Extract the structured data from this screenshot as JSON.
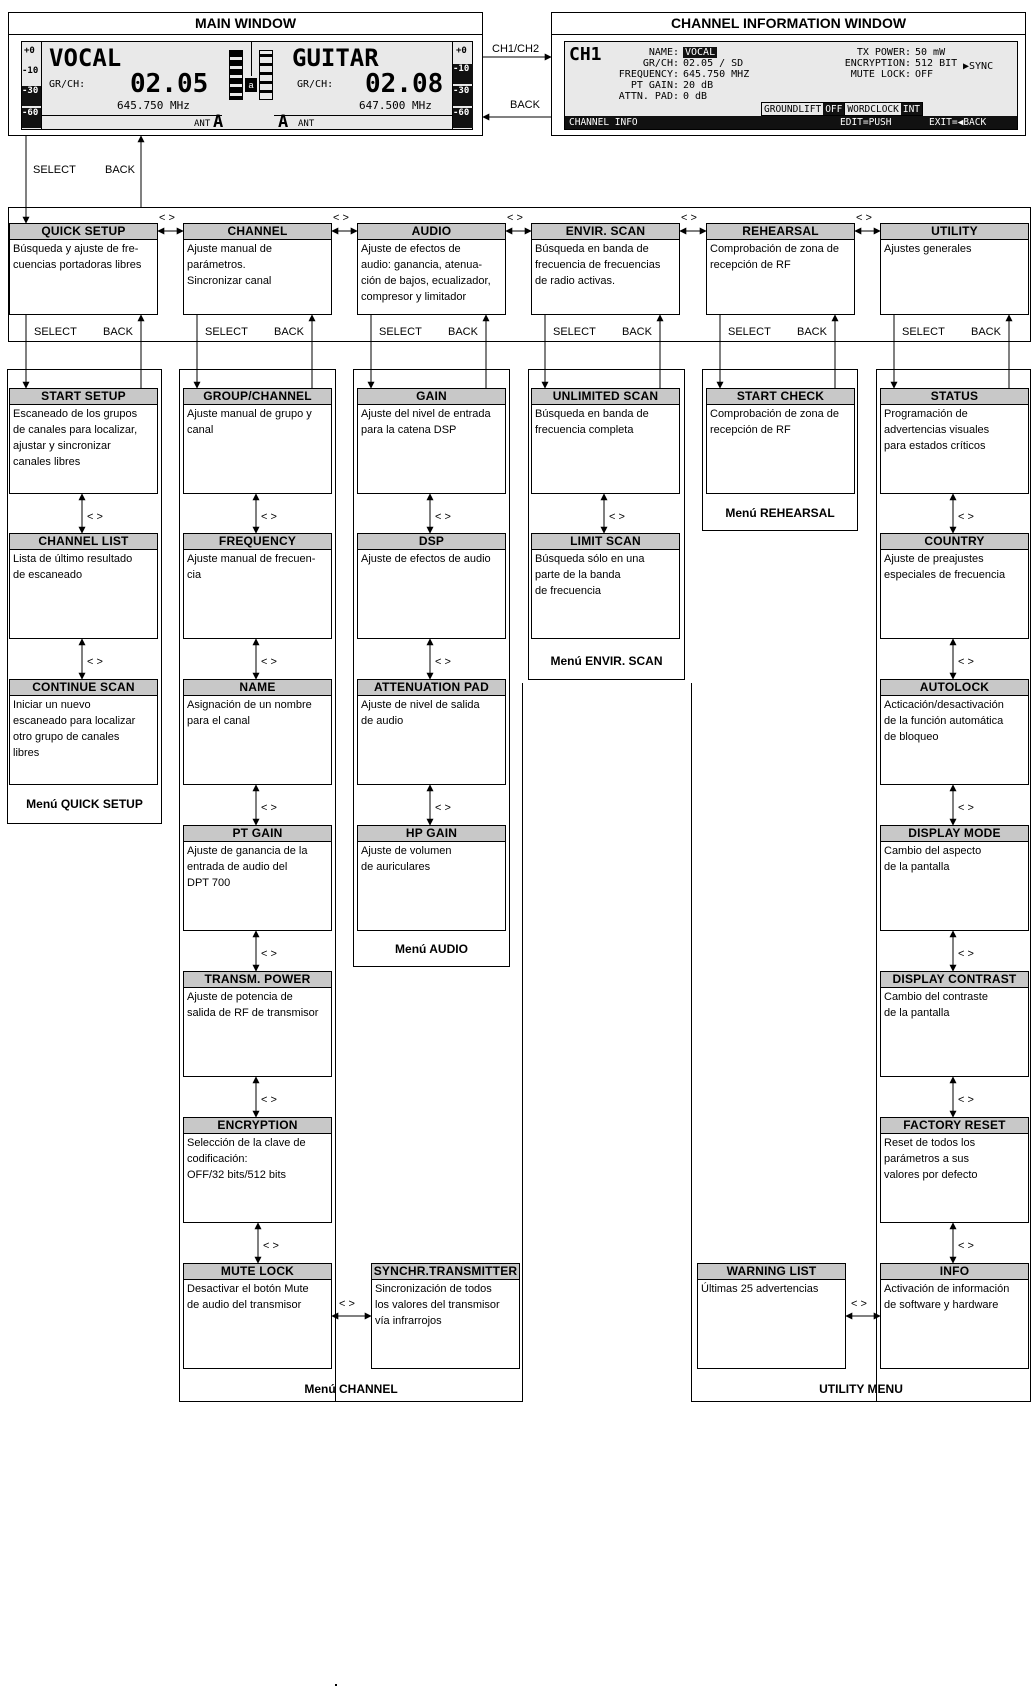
{
  "main_window": {
    "title": "MAIN WINDOW",
    "scale_labels": [
      "+0",
      "-10",
      "-30",
      "-60"
    ],
    "left": {
      "name": "VOCAL",
      "grch_label": "GR/CH:",
      "grch": "02.05",
      "freq": "645.750 MHz",
      "ant_label": "ANT",
      "ant": "A"
    },
    "right": {
      "name": "GUITAR",
      "grch_label": "GR/CH:",
      "grch": "02.08",
      "freq": "647.500 MHz",
      "ant_label": "ANT",
      "ant": "A"
    }
  },
  "channel_info_window": {
    "title": "CHANNEL INFORMATION WINDOW",
    "channel": "CH1",
    "left_fields": [
      {
        "label": "NAME:",
        "value": "VOCAL"
      },
      {
        "label": "GR/CH:",
        "value": "02.05 / SD"
      },
      {
        "label": "FREQUENCY:",
        "value": "645.750 MHZ"
      },
      {
        "label": "PT GAIN:",
        "value": "20 dB"
      },
      {
        "label": "ATTN. PAD:",
        "value": "0 dB"
      }
    ],
    "right_fields": [
      {
        "label": "TX POWER:",
        "value": "50 mW"
      },
      {
        "label": "ENCRYPTION:",
        "value": "512 BIT"
      },
      {
        "label": "MUTE LOCK:",
        "value": "OFF"
      }
    ],
    "sync": "▶SYNC",
    "groundlift_label": "GROUNDLIFT",
    "groundlift_value": "OFF",
    "wordclock_label": "WORDCLOCK",
    "wordclock_value": "INT",
    "footer_left": "CHANNEL INFO",
    "footer_edit": "EDIT=PUSH",
    "footer_exit": "EXIT=◀BACK"
  },
  "nav_labels": {
    "ch1_ch2": "CH1/CH2",
    "back": "BACK",
    "select": "SELECT",
    "lr": "< >"
  },
  "top_menus": [
    {
      "title": "QUICK SETUP",
      "desc": [
        "Búsqueda y ajuste de fre-",
        "cuencias portadoras libres"
      ]
    },
    {
      "title": "CHANNEL",
      "desc": [
        "Ajuste manual de",
        "parámetros.",
        "Sincronizar canal"
      ]
    },
    {
      "title": "AUDIO",
      "desc": [
        "Ajuste de efectos de",
        "audio:  ganancia, atenua-",
        "ción de bajos, ecualizador,",
        "compresor y limitador"
      ]
    },
    {
      "title": "ENVIR. SCAN",
      "desc": [
        "Búsqueda en banda de",
        "frecuencia de frecuencias",
        "de radio activas."
      ]
    },
    {
      "title": "REHEARSAL",
      "desc": [
        "Comprobación de zona de",
        "recepción de RF"
      ]
    },
    {
      "title": "UTILITY",
      "desc": [
        "Ajustes generales"
      ]
    }
  ],
  "quick_setup_menu": {
    "footer": "Menú QUICK SETUP",
    "items": [
      {
        "title": "START SETUP",
        "desc": [
          "Escaneado de los grupos",
          "de canales para localizar,",
          "ajustar y sincronizar",
          "canales libres"
        ]
      },
      {
        "title": "CHANNEL LIST",
        "desc": [
          "Lista de último resultado",
          "de escaneado"
        ]
      },
      {
        "title": "CONTINUE SCAN",
        "desc": [
          "Iniciar un nuevo",
          "escaneado para localizar",
          "otro grupo de canales",
          "libres"
        ]
      }
    ]
  },
  "channel_menu": {
    "footer": "Menú CHANNEL",
    "items": [
      {
        "title": "GROUP/CHANNEL",
        "desc": [
          "Ajuste manual de grupo y",
          "canal"
        ]
      },
      {
        "title": "FREQUENCY",
        "desc": [
          "Ajuste manual de frecuen-",
          "cia"
        ]
      },
      {
        "title": "NAME",
        "desc": [
          "Asignación de un nombre",
          "para el canal"
        ]
      },
      {
        "title": "PT GAIN",
        "desc": [
          "Ajuste de ganancia de la",
          "entrada de audio del",
          "DPT 700"
        ]
      },
      {
        "title": "TRANSM. POWER",
        "desc": [
          "Ajuste de potencia de",
          "salida de RF de transmisor"
        ]
      },
      {
        "title": "ENCRYPTION",
        "desc": [
          "Selección de la clave de",
          "codificación:",
          "OFF/32 bits/512 bits"
        ]
      },
      {
        "title": "MUTE LOCK",
        "desc": [
          "Desactivar el botón Mute",
          "de audio del transmisor"
        ]
      },
      {
        "title": "SYNCHR.TRANSMITTER",
        "desc": [
          "Sincronización de todos",
          "los valores del transmisor",
          "vía infrarrojos"
        ]
      }
    ]
  },
  "audio_menu": {
    "footer": "Menú AUDIO",
    "items": [
      {
        "title": "GAIN",
        "desc": [
          "Ajuste del nivel de entrada",
          "para la catena DSP"
        ]
      },
      {
        "title": "DSP",
        "desc": [
          "Ajuste de efectos de audio"
        ]
      },
      {
        "title": "ATTENUATION PAD",
        "desc": [
          "Ajuste de nivel de salida",
          "de audio"
        ]
      },
      {
        "title": "HP GAIN",
        "desc": [
          "Ajuste de volumen",
          "de auriculares"
        ]
      }
    ]
  },
  "envir_scan_menu": {
    "footer": "Menú ENVIR. SCAN",
    "items": [
      {
        "title": "UNLIMITED SCAN",
        "desc": [
          "Búsqueda en banda de",
          "frecuencia completa"
        ]
      },
      {
        "title": "LIMIT SCAN",
        "desc": [
          "Búsqueda sólo en una",
          "parte de la banda",
          "de frecuencia"
        ]
      }
    ]
  },
  "rehearsal_menu": {
    "footer": "Menú REHEARSAL",
    "items": [
      {
        "title": "START CHECK",
        "desc": [
          "Comprobación de zona de",
          "recepción de RF"
        ]
      }
    ]
  },
  "utility_menu": {
    "footer": "UTILITY MENU",
    "items": [
      {
        "title": "STATUS",
        "desc": [
          "Programación de",
          "advertencias visuales",
          "para estados críticos"
        ]
      },
      {
        "title": "COUNTRY",
        "desc": [
          "Ajuste de preajustes",
          "especiales de frecuencia"
        ]
      },
      {
        "title": "AUTOLOCK",
        "desc": [
          "Acticación/desactivación",
          "de la función automática",
          "de bloqueo"
        ]
      },
      {
        "title": "DISPLAY MODE",
        "desc": [
          "Cambio del aspecto",
          "de la pantalla"
        ]
      },
      {
        "title": "DISPLAY CONTRAST",
        "desc": [
          "Cambio del contraste",
          "de la pantalla"
        ]
      },
      {
        "title": "FACTORY RESET",
        "desc": [
          "Reset de todos los",
          "parámetros a sus",
          "valores por defecto"
        ]
      },
      {
        "title": "INFO",
        "desc": [
          "Activación de información",
          "de software y hardware"
        ]
      },
      {
        "title": "WARNING LIST",
        "desc": [
          "Últimas 25 advertencias"
        ]
      }
    ]
  }
}
